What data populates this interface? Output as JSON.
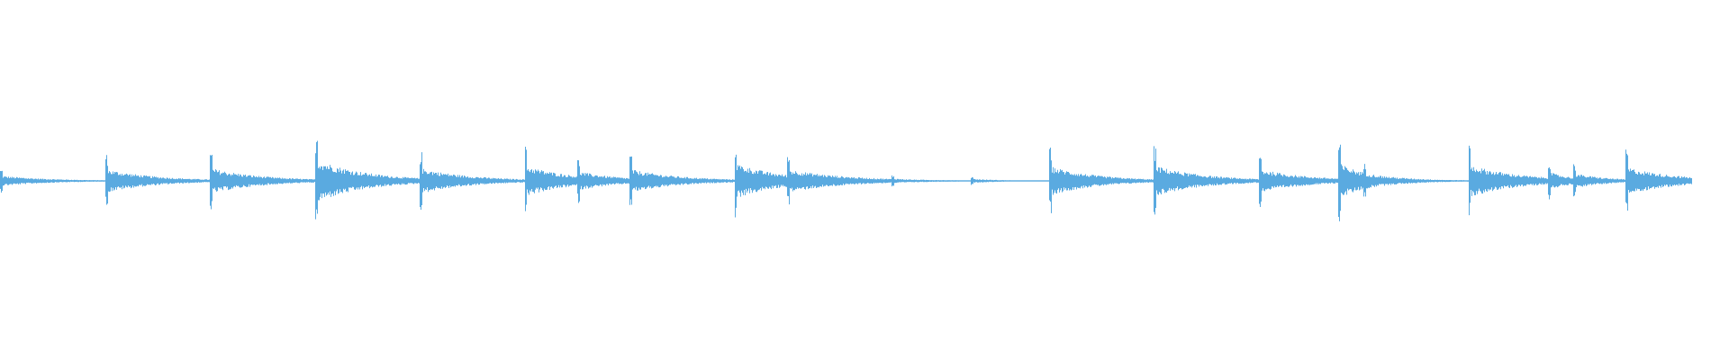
{
  "waveform": {
    "color": "#5aaae0",
    "background": "#ffffff",
    "duration_units": 1.0,
    "baseline_amplitude": 0.005,
    "transients": [
      {
        "t": 0.0,
        "amplitude": 0.1,
        "decay": 0.03
      },
      {
        "t": 0.062,
        "amplitude": 0.23,
        "decay": 0.03
      },
      {
        "t": 0.124,
        "amplitude": 0.25,
        "decay": 0.03
      },
      {
        "t": 0.186,
        "amplitude": 0.43,
        "decay": 0.03
      },
      {
        "t": 0.248,
        "amplitude": 0.25,
        "decay": 0.03
      },
      {
        "t": 0.31,
        "amplitude": 0.3,
        "decay": 0.028
      },
      {
        "t": 0.341,
        "amplitude": 0.19,
        "decay": 0.025
      },
      {
        "t": 0.372,
        "amplitude": 0.23,
        "decay": 0.03
      },
      {
        "t": 0.434,
        "amplitude": 0.35,
        "decay": 0.028
      },
      {
        "t": 0.465,
        "amplitude": 0.23,
        "decay": 0.035
      },
      {
        "t": 0.527,
        "amplitude": 0.05,
        "decay": 0.02
      },
      {
        "t": 0.574,
        "amplitude": 0.04,
        "decay": 0.02
      },
      {
        "t": 0.62,
        "amplitude": 0.29,
        "decay": 0.028
      },
      {
        "t": 0.682,
        "amplitude": 0.3,
        "decay": 0.03
      },
      {
        "t": 0.744,
        "amplitude": 0.23,
        "decay": 0.03
      },
      {
        "t": 0.791,
        "amplitude": 0.35,
        "decay": 0.02
      },
      {
        "t": 0.806,
        "amplitude": 0.15,
        "decay": 0.025
      },
      {
        "t": 0.868,
        "amplitude": 0.32,
        "decay": 0.03
      },
      {
        "t": 0.915,
        "amplitude": 0.18,
        "decay": 0.015
      },
      {
        "t": 0.93,
        "amplitude": 0.15,
        "decay": 0.02
      },
      {
        "t": 0.961,
        "amplitude": 0.27,
        "decay": 0.03
      }
    ]
  }
}
